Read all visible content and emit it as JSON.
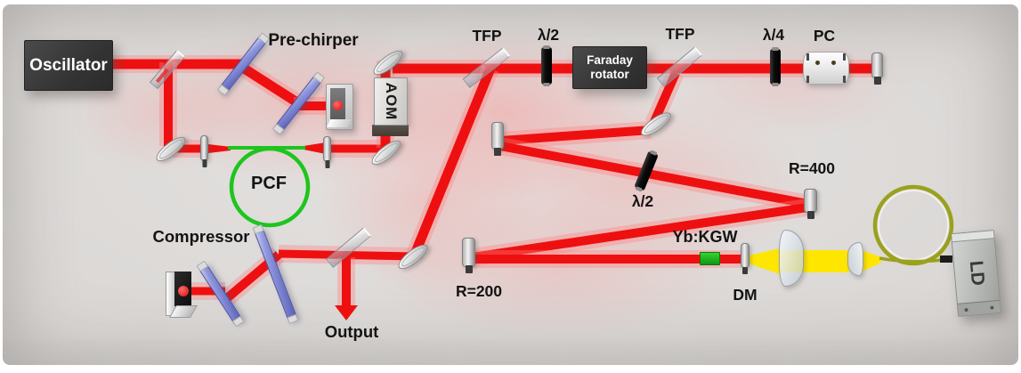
{
  "figure": {
    "description": "3D schematic of a fiber-seeded Yb:KGW regenerative amplifier laser system"
  },
  "labels": {
    "oscillator": "Oscillator",
    "pre_chirper": "Pre-chirper",
    "aom": "AOM",
    "pcf": "PCF",
    "compressor": "Compressor",
    "output": "Output",
    "tfp_1": "TFP",
    "half_wave_1": "λ/2",
    "faraday_line1": "Faraday",
    "faraday_line2": "rotator",
    "tfp_2": "TFP",
    "quarter_wave": "λ/4",
    "pockels_cell": "PC",
    "half_wave_2": "λ/2",
    "r400": "R=400",
    "r200": "R=200",
    "gain_crystal": "Yb:KGW",
    "dichroic_mirror": "DM",
    "laser_diode": "LD"
  },
  "colors": {
    "seed_beam": "#ee1010",
    "pump_beam": "#ffe600",
    "pcf_fiber": "#1dc51d",
    "pump_fiber": "#9aa11c",
    "background": "#d9d6d4",
    "dark_box": "#333333",
    "grating_blue": "#7b82cc"
  }
}
